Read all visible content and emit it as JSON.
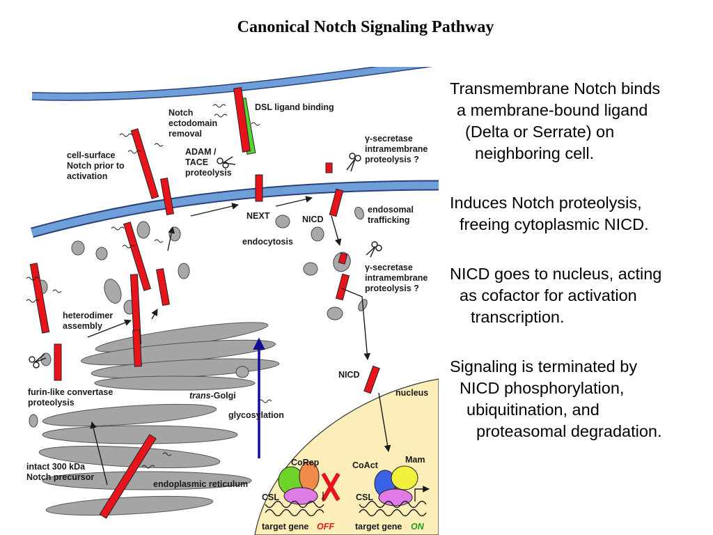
{
  "title": "Canonical Notch Signaling Pathway",
  "diagram_labels": {
    "dsl_ligand_binding": "DSL ligand binding",
    "notch_ecto_1": "Notch",
    "notch_ecto_2": "ectodomain",
    "notch_ecto_3": "removal",
    "cell_surface_1": "cell-surface",
    "cell_surface_2": "Notch prior to",
    "cell_surface_3": "activation",
    "adam_1": "ADAM /",
    "adam_2": "TACE",
    "adam_3": "proteolysis",
    "gamma_1a": "γ-secretase",
    "gamma_1b": "intramembrane",
    "gamma_1c": "proteolysis ?",
    "next": "NEXT",
    "nicd_1": "NICD",
    "endosomal_1": "endosomal",
    "endosomal_2": "trafficking",
    "endocytosis": "endocytosis",
    "gamma_2a": "γ-secretase",
    "gamma_2b": "intramembrane",
    "gamma_2c": "proteolysis ?",
    "heterodimer_1": "heterodimer",
    "heterodimer_2": "assembly",
    "nicd_2": "NICD",
    "nucleus": "nucleus",
    "furin_1": "furin-like convertase",
    "furin_2": "proteolysis",
    "trans_golgi_italic": "trans",
    "trans_golgi_rest": "-Golgi",
    "glycosylation": "glycosylation",
    "intact_1": "intact 300 kDa",
    "intact_2": "Notch precursor",
    "er": "endoplasmic reticulum",
    "corep": "CoRep",
    "coact": "CoAct",
    "mam": "Mam",
    "csl_1": "CSL",
    "csl_2": "CSL",
    "target_gene_1": "target gene",
    "off": "OFF",
    "target_gene_2": "target gene",
    "on": "ON"
  },
  "notes": [
    {
      "lines": [
        "Transmembrane Notch binds",
        "a membrane-bound ligand",
        "(Delta or Serrate) on",
        "neighboring cell."
      ],
      "indents": [
        0,
        10,
        22,
        36
      ]
    },
    {
      "lines": [
        "Induces Notch proteolysis,",
        "freeing cytoplasmic NICD."
      ],
      "indents": [
        0,
        14
      ]
    },
    {
      "lines": [
        "NICD goes to nucleus, acting",
        "as cofactor for activation",
        "transcription."
      ],
      "indents": [
        0,
        14,
        30
      ]
    },
    {
      "lines": [
        "Signaling is terminated by",
        "NICD phosphorylation,",
        "ubiquitination, and",
        "proteasomal degradation."
      ],
      "indents": [
        0,
        14,
        24,
        38
      ]
    }
  ],
  "colors": {
    "membrane": "#6f9fd8",
    "notch": "#e8141b",
    "ligand": "#57d336",
    "nucleus": "#fbeeb8",
    "arrow_blue": "#140c96",
    "organelle": "#a9a9a9"
  },
  "icons": [
    "scissors-icon",
    "red-x-icon"
  ]
}
